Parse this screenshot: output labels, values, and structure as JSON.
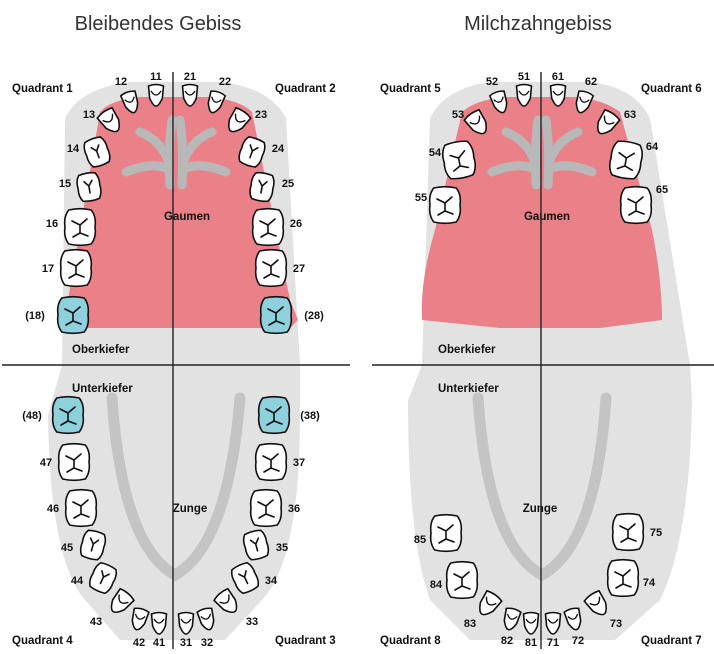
{
  "headings": {
    "permanent": "Bleibendes Gebiss",
    "primary": "Milchzahngebiss"
  },
  "permanent": {
    "quadrant_labels": {
      "q1": "Quadrant 1",
      "q2": "Quadrant 2",
      "q3": "Quadrant 3",
      "q4": "Quadrant 4"
    },
    "upper_label": "Oberkiefer",
    "lower_label": "Unterkiefer",
    "palate_label": "Gaumen",
    "tongue_label": "Zunge",
    "upper_teeth": [
      "18",
      "17",
      "16",
      "15",
      "14",
      "13",
      "12",
      "11",
      "21",
      "22",
      "23",
      "24",
      "25",
      "26",
      "27",
      "28"
    ],
    "lower_teeth": [
      "48",
      "47",
      "46",
      "45",
      "44",
      "43",
      "42",
      "41",
      "31",
      "32",
      "33",
      "34",
      "35",
      "36",
      "37",
      "38"
    ],
    "wisdom_teeth": [
      "18",
      "28",
      "38",
      "48"
    ],
    "tooth_labels": {
      "18": "(18)",
      "28": "(28)",
      "38": "(38)",
      "48": "(48)"
    }
  },
  "primary": {
    "quadrant_labels": {
      "q5": "Quadrant 5",
      "q6": "Quadrant 6",
      "q7": "Quadrant 7",
      "q8": "Quadrant 8"
    },
    "upper_label": "Oberkiefer",
    "lower_label": "Unterkiefer",
    "palate_label": "Gaumen",
    "tongue_label": "Zunge",
    "upper_teeth": [
      "55",
      "54",
      "53",
      "52",
      "51",
      "61",
      "62",
      "63",
      "64",
      "65"
    ],
    "lower_teeth": [
      "85",
      "84",
      "83",
      "82",
      "81",
      "71",
      "72",
      "73",
      "74",
      "75"
    ]
  },
  "colors": {
    "palate": "#ea8088",
    "tongue": "#c4c4c4",
    "jaw_background": "#e2e2e2",
    "wisdom_tooth": "#8ed0dc",
    "tooth": "#ffffff",
    "divider": "#222222"
  }
}
